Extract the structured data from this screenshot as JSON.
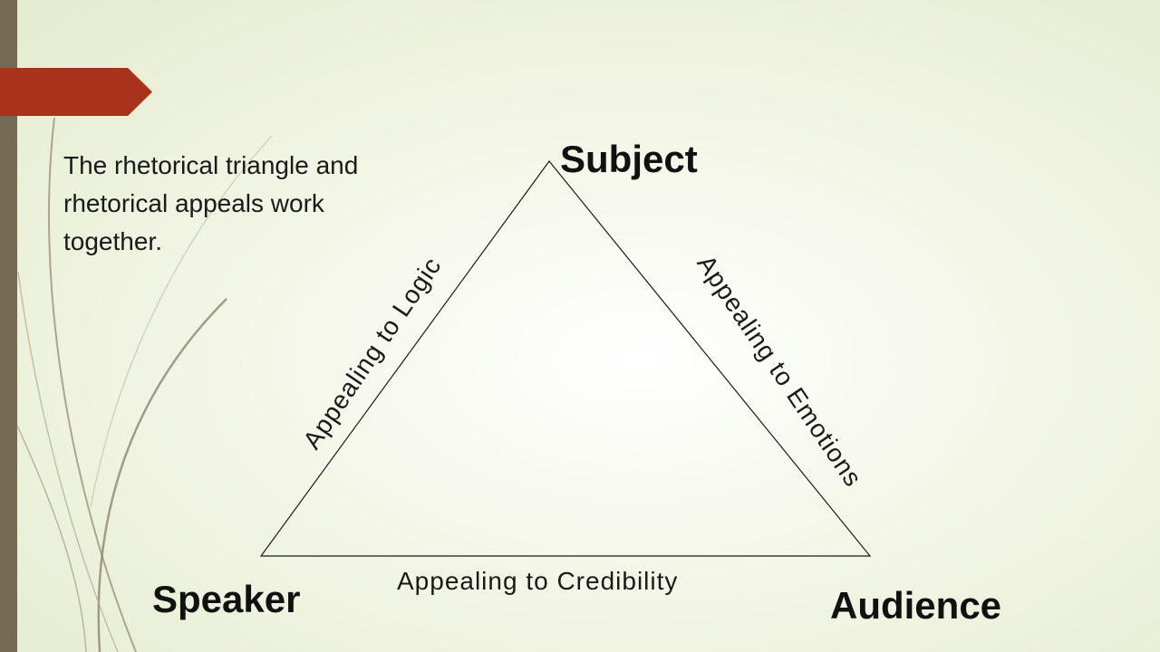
{
  "slide": {
    "body_text": "The rhetorical triangle and rhetorical appeals work together."
  },
  "triangle": {
    "vertices": {
      "top": "Subject",
      "bottom_left": "Speaker",
      "bottom_right": "Audience"
    },
    "edges": {
      "left": "Appealing to Logic",
      "right": "Appealing to Emotions",
      "bottom": "Appealing to Credibility"
    }
  },
  "colors": {
    "accent_bar": "#756b53",
    "accent_arrow": "#a8321a"
  }
}
